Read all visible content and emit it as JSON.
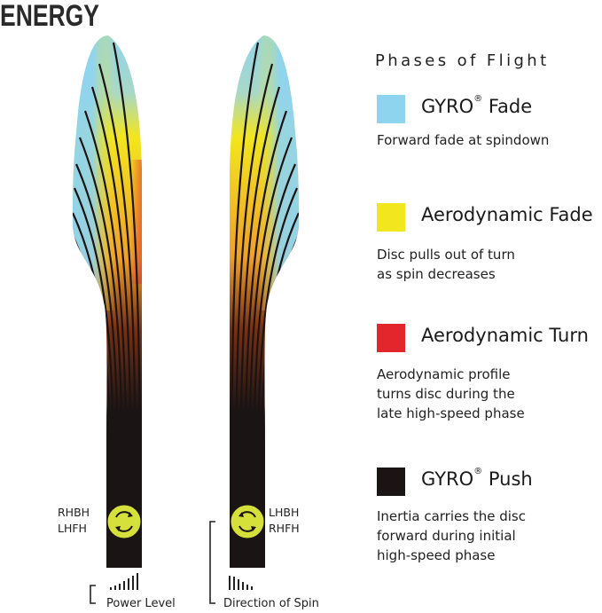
{
  "brand": "ENERGY",
  "legend": {
    "title": "Phases of Flight",
    "items": [
      {
        "id": "gyro-fade",
        "name": "GYRO",
        "sup": "®",
        "suffix": " Fade",
        "color": "#8fd4ef",
        "desc": "Forward fade at spindown"
      },
      {
        "id": "aero-fade",
        "name": "Aerodynamic Fade",
        "sup": "",
        "suffix": "",
        "color": "#f2e61e",
        "desc": "Disc pulls out of turn\nas spin decreases"
      },
      {
        "id": "aero-turn",
        "name": "Aerodynamic Turn",
        "sup": "",
        "suffix": "",
        "color": "#e2262b",
        "desc": "Aerodynamic profile\nturns disc during the\nlate high-speed phase"
      },
      {
        "id": "gyro-push",
        "name": "GYRO",
        "sup": "®",
        "suffix": " Push",
        "color": "#1b1414",
        "desc": "Inertia carries the disc\nforward during initial\nhigh-speed phase"
      }
    ]
  },
  "left_flight": {
    "labels": [
      "RHBH",
      "LHFH"
    ],
    "bracket_label": "Power Level"
  },
  "right_flight": {
    "labels": [
      "LHBH",
      "RHFH"
    ],
    "bracket_label": "Direction of Spin"
  }
}
